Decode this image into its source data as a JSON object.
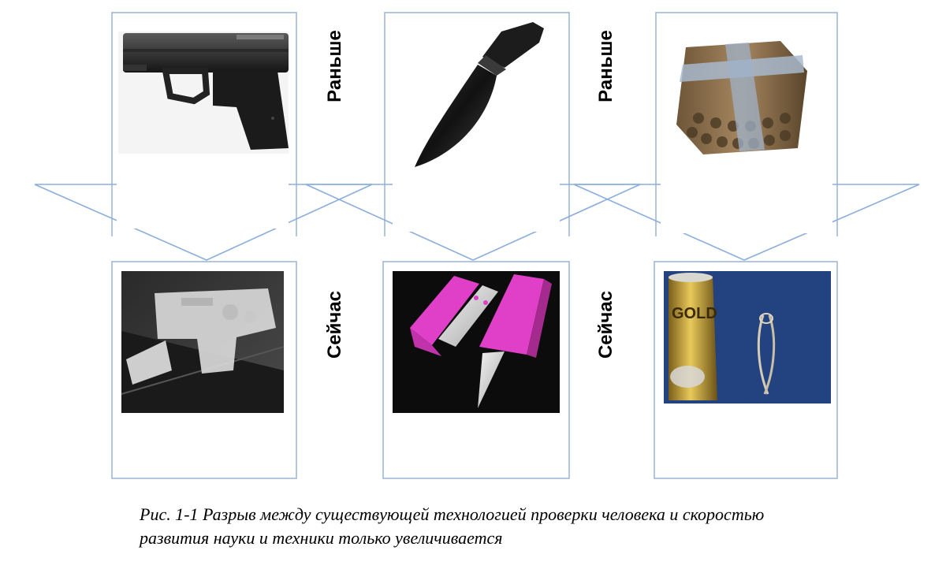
{
  "colors": {
    "frame": "#9ab4d6",
    "arrow": "#8aaedc",
    "photo_dark": "#0c0c0c",
    "magenta": "#e040c8",
    "gold": "#c9a53a",
    "denim": "#1f3c78"
  },
  "labels": {
    "before": "Раньше",
    "now": "Сейчас"
  },
  "caption": {
    "line1": "Рис. 1-1 Разрыв между существующей технологией проверки человека и скоростью",
    "line2": "развития науки и техники только увеличивается"
  },
  "items": {
    "before": [
      "pistol-photo",
      "machete-photo",
      "dynamite-bundle-photo"
    ],
    "now": [
      "3d-printed-pistol-photo",
      "card-knife-photo",
      "soda-can-device-photo"
    ]
  }
}
